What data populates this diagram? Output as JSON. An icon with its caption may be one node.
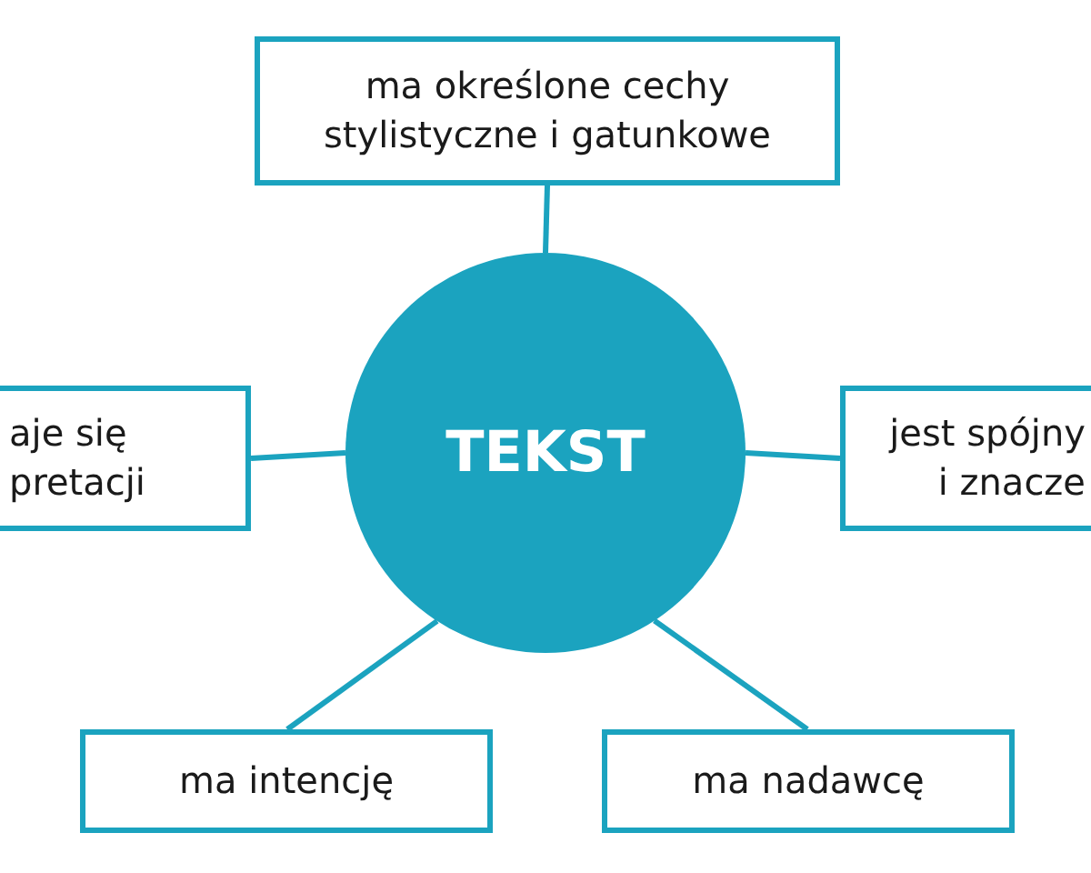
{
  "diagram": {
    "nodes": [
      {
        "text": [
          "ma określone cechy stylistyczne i gatunkowe"
        ]
      },
      {
        "text": [
          "aje się pretacji"
        ]
      },
      {
        "text": [
          "TEKST"
        ]
      },
      {
        "text": [
          "jest spójny i znacze"
        ]
      },
      {
        "text": [
          "ma intencję"
        ]
      },
      {
        "text": [
          "ma nadawcę"
        ]
      }
    ],
    "edges": [
      {
        "from": 2,
        "to": 0,
        "arrow": "none"
      },
      {
        "from": 2,
        "to": 1,
        "arrow": "none"
      },
      {
        "from": 2,
        "to": 3,
        "arrow": "none"
      },
      {
        "from": 2,
        "to": 4,
        "arrow": "none"
      },
      {
        "from": 2,
        "to": 5,
        "arrow": "none"
      }
    ]
  }
}
